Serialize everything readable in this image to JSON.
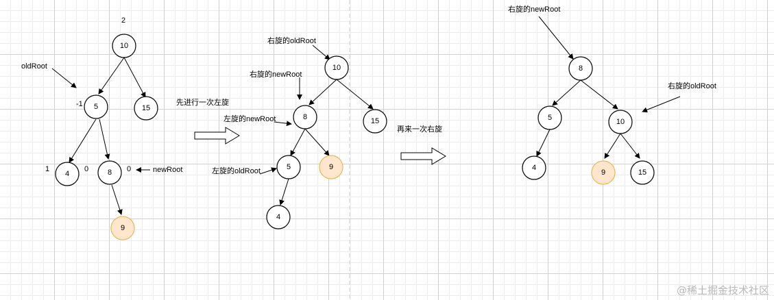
{
  "panel1": {
    "root_balance": "2",
    "old_root_label": "oldRoot",
    "new_root_label": "newRoot",
    "node_5_balance": "-1",
    "node_4_balance": "1",
    "node_8_balance_left": "0",
    "node_8_balance_right": "0",
    "nodes": {
      "n10": "10",
      "n5": "5",
      "n15": "15",
      "n4": "4",
      "n8": "8",
      "n9": "9"
    }
  },
  "step1_label": "先进行一次左旋",
  "panel2": {
    "right_old_root_label": "右旋的oldRoot",
    "right_new_root_label": "右旋的newRoot",
    "left_new_root_label": "左旋的newRoot",
    "left_old_root_label": "左旋的oldRoot",
    "nodes": {
      "n10": "10",
      "n8": "8",
      "n15": "15",
      "n5": "5",
      "n9": "9",
      "n4": "4"
    }
  },
  "step2_label": "再来一次右旋",
  "panel3": {
    "right_new_root_label": "右旋的newRoot",
    "right_old_root_label": "右旋的oldRoot",
    "nodes": {
      "n8": "8",
      "n5": "5",
      "n10": "10",
      "n4": "4",
      "n9": "9",
      "n15": "15"
    }
  },
  "watermark": "@稀土掘金技术社区",
  "colors": {
    "highlight_fill": "#ffe6cc",
    "highlight_stroke": "#e6b85c"
  }
}
